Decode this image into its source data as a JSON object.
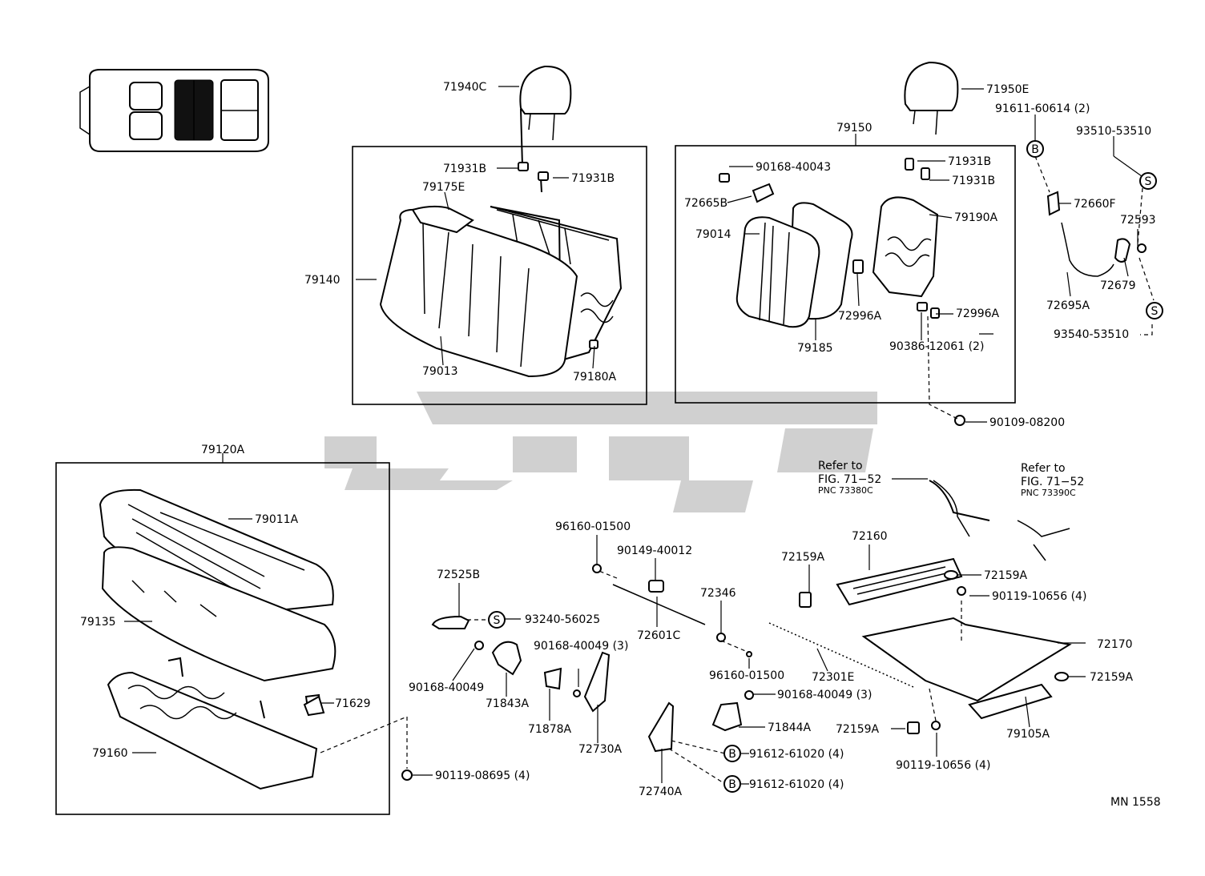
{
  "labels": {
    "l71940C": "71940C",
    "l71950E": "71950E",
    "l79150": "79150",
    "l91611": "91611-60614 (2)",
    "l93510": "93510-53510",
    "l71931B_a": "71931B",
    "l71931B_b": "71931B",
    "l71931B_c": "71931B",
    "l71931B_d": "71931B",
    "l79175E": "79175E",
    "l90168_40043": "90168-40043",
    "l72665B": "72665B",
    "l79190A": "79190A",
    "l72660F": "72660F",
    "l72593": "72593",
    "l79014": "79014",
    "l79140": "79140",
    "l72679": "72679",
    "l72695A": "72695A",
    "l72996A_a": "72996A",
    "l72996A_b": "72996A",
    "l93540": "93540-53510",
    "l79185": "79185",
    "l90386": "90386-12061 (2)",
    "l79013": "79013",
    "l79180A": "79180A",
    "l90109": "90109-08200",
    "l79120A": "79120A",
    "refer1a": "Refer to",
    "refer1b": "FIG. 71−52",
    "refer1c": "PNC 73380C",
    "refer2a": "Refer to",
    "refer2b": "FIG. 71−52",
    "refer2c": "PNC 73390C",
    "l79011A": "79011A",
    "l96160_top": "96160-01500",
    "l72160": "72160",
    "l90149": "90149-40012",
    "l72159A_a": "72159A",
    "l72159A_b": "72159A",
    "l72525B": "72525B",
    "l90119_10656_a": "90119-10656 (4)",
    "l72346": "72346",
    "l79135": "79135",
    "l93240": "93240-56025",
    "l72601C": "72601C",
    "l72170": "72170",
    "l90168_40049_a": "90168-40049 (3)",
    "l96160_bot": "96160-01500",
    "l72301E": "72301E",
    "l72159A_c": "72159A",
    "l90168_40049_b": "90168-40049",
    "l90168_40049_c": "90168-40049 (3)",
    "l71843A": "71843A",
    "l71629": "71629",
    "l71878A": "71878A",
    "l71844A": "71844A",
    "l72159A_d": "72159A",
    "l79105A": "79105A",
    "l79160": "79160",
    "l72730A": "72730A",
    "l91612_a": "91612-61020 (4)",
    "l90119_10656_b": "90119-10656 (4)",
    "l90119_08695": "90119-08695 (4)",
    "l91612_b": "91612-61020 (4)",
    "l72740A": "72740A",
    "diagram_code": "MN 1558",
    "sym_b1": "B",
    "sym_s1": "S",
    "sym_s2": "S",
    "sym_s3": "S",
    "sym_b2": "B",
    "sym_b3": "B"
  },
  "watermark": {
    "color": "#c8c8c8",
    "shape": "persian-logotype-watermark"
  }
}
